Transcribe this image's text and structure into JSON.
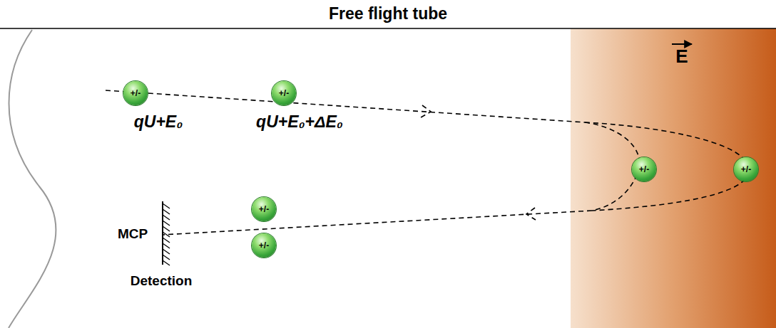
{
  "diagram": {
    "title": "Free flight tube",
    "nodes": [
      {
        "text": [
          "+/-"
        ]
      },
      {
        "text": [
          "+/-"
        ]
      },
      {
        "text": [
          "+/-"
        ]
      },
      {
        "text": [
          "+/-"
        ]
      },
      {
        "text": [
          "+/-"
        ]
      },
      {
        "text": [
          "+/-"
        ]
      }
    ],
    "labels": [
      "E",
      "qU+E₀",
      "qU+E₀+ΔE₀",
      "MCP",
      "Detection"
    ]
  }
}
